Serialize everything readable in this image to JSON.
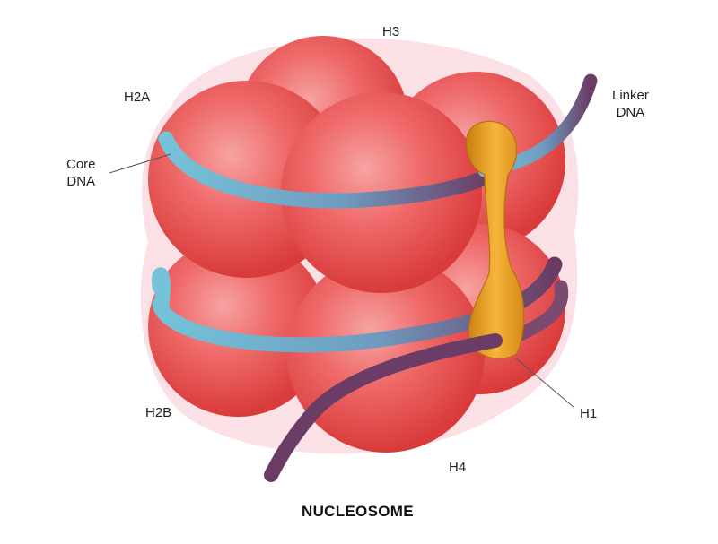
{
  "labels": {
    "h3": "H3",
    "h2a": "H2A",
    "linker_dna": [
      "Linker",
      "DNA"
    ],
    "core_dna": [
      "Core",
      "DNA"
    ],
    "h2b": "H2B",
    "h1": "H1",
    "h4": "H4"
  },
  "title": "NUCLEOSOME",
  "colors": {
    "histone": "#ec4a4a",
    "dna": "#6fb6cf",
    "dna_dark": "#6a3b63",
    "h1": "#e6a227"
  }
}
